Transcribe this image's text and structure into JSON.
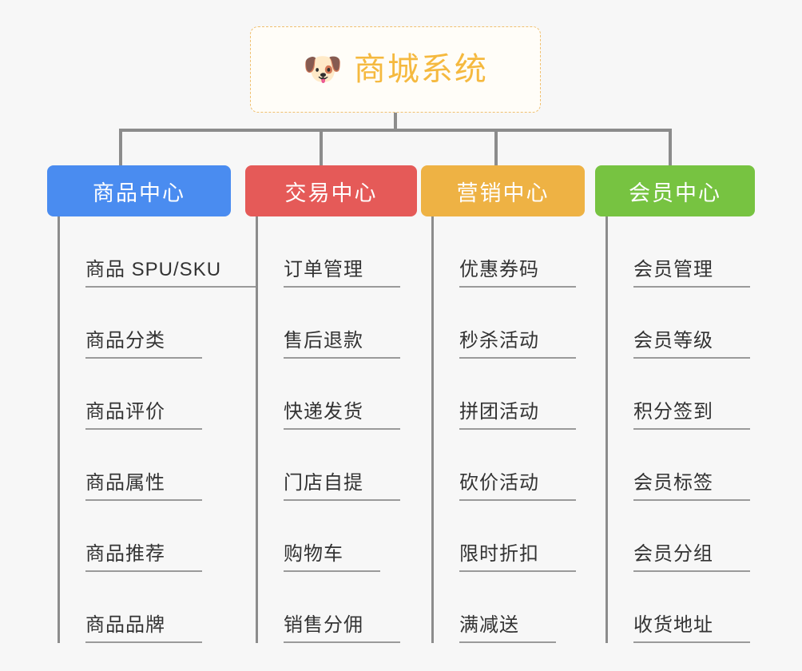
{
  "background_color": "#f7f7f7",
  "root": {
    "icon": "dog-face-emoji",
    "emoji": "🐶",
    "title": "商城系统",
    "title_color": "#f5b93f",
    "border_color": "#f0c070"
  },
  "connector_color": "#8c8c8c",
  "categories": [
    {
      "id": "product-center",
      "label": "商品中心",
      "color": "#4a8cf0",
      "items": [
        "商品 SPU/SKU",
        "商品分类",
        "商品评价",
        "商品属性",
        "商品推荐",
        "商品品牌"
      ]
    },
    {
      "id": "trade-center",
      "label": "交易中心",
      "color": "#e55a58",
      "items": [
        "订单管理",
        "售后退款",
        "快递发货",
        "门店自提",
        "购物车",
        "销售分佣"
      ]
    },
    {
      "id": "marketing-center",
      "label": "营销中心",
      "color": "#eeb244",
      "items": [
        "优惠券码",
        "秒杀活动",
        "拼团活动",
        "砍价活动",
        "限时折扣",
        "满减送"
      ]
    },
    {
      "id": "member-center",
      "label": "会员中心",
      "color": "#77c341",
      "items": [
        "会员管理",
        "会员等级",
        "积分签到",
        "会员标签",
        "会员分组",
        "收货地址"
      ]
    }
  ]
}
